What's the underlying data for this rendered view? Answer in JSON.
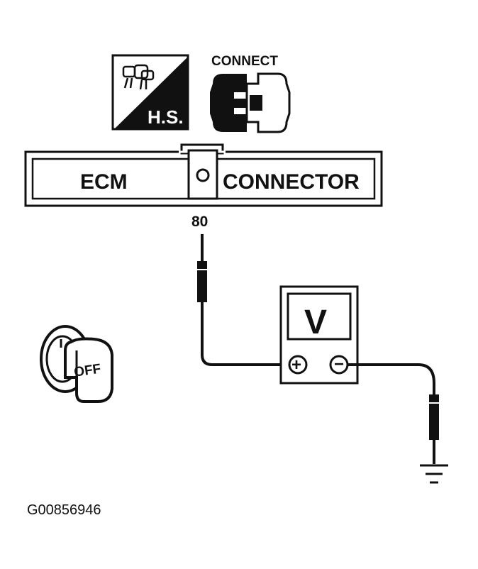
{
  "harness_icon": {
    "label": "H.S."
  },
  "connect_icon": {
    "label": "CONNECT"
  },
  "connector": {
    "left_label": "ECM",
    "right_label": "CONNECTOR"
  },
  "terminal": {
    "number": "80"
  },
  "voltmeter": {
    "display": "V",
    "plus_symbol": "+",
    "minus_symbol": "−"
  },
  "ignition": {
    "position": "OFF"
  },
  "figure_id": "G00856946",
  "colors": {
    "ink": "#111111",
    "paper": "#ffffff"
  }
}
